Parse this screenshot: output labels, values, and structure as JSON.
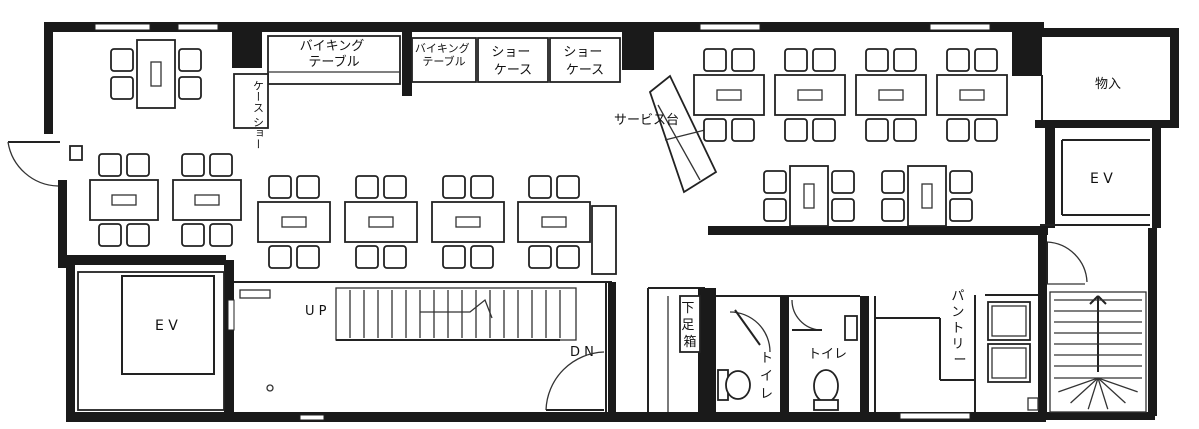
{
  "labels": {
    "buffet_table": "バイキング\nテーブル",
    "buffet_table_small": "バイキング\nテーブル",
    "showcase_1": "ショー\nケース",
    "showcase_2": "ショー\nケース",
    "showcase_vertical": "ケース ショー",
    "service_counter": "サービス台",
    "storage": "物入",
    "ev_right": "E V",
    "ev_left": "E V",
    "up": "U P",
    "dn": "D N",
    "shoe_box": "下足箱",
    "toilet_1": "トイレ",
    "toilet_2": "トイレ",
    "pantry": "パントリー"
  }
}
